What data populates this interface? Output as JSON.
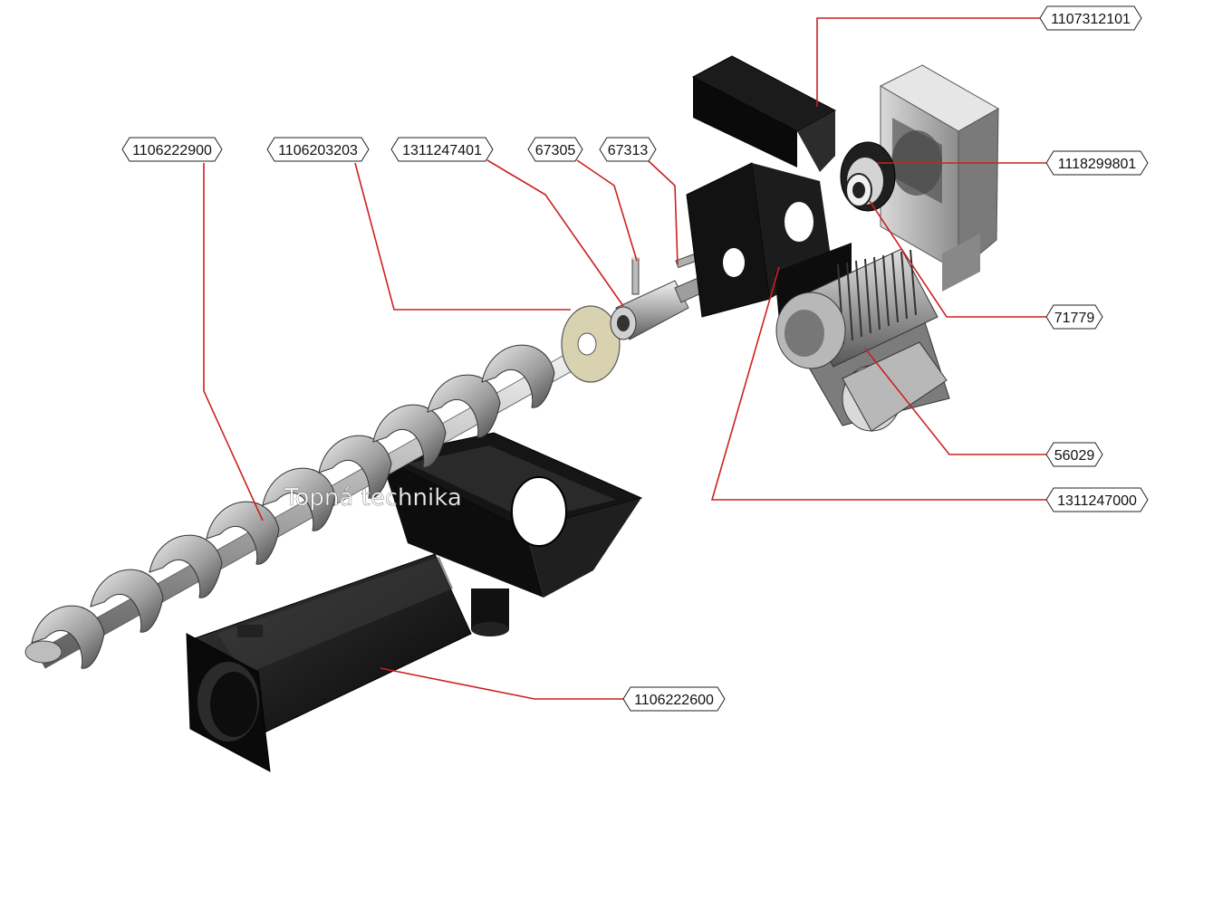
{
  "watermark": "Topná technika",
  "parts": [
    {
      "id": "p1",
      "number": "1106222900",
      "component": "auger-screw"
    },
    {
      "id": "p2",
      "number": "1106203203",
      "component": "washer-disc"
    },
    {
      "id": "p3",
      "number": "1311247401",
      "component": "shaft-coupling"
    },
    {
      "id": "p4",
      "number": "67305",
      "component": "pin"
    },
    {
      "id": "p5",
      "number": "67313",
      "component": "key-pin"
    },
    {
      "id": "p6",
      "number": "1107312101",
      "component": "cover-bracket"
    },
    {
      "id": "p7",
      "number": "1118299801",
      "component": "flange-coupling"
    },
    {
      "id": "p8",
      "number": "71779",
      "component": "bearing"
    },
    {
      "id": "p9",
      "number": "56029",
      "component": "electric-motor"
    },
    {
      "id": "p10",
      "number": "1311247000",
      "component": "gearbox-mounting-plate"
    },
    {
      "id": "p11",
      "number": "1106222600",
      "component": "auger-tube-housing"
    }
  ],
  "colors": {
    "leader": "#cc2020",
    "metal_dark": "#1a1a1a",
    "metal_light": "#c8c8c8",
    "washer": "#d8d2b0"
  }
}
